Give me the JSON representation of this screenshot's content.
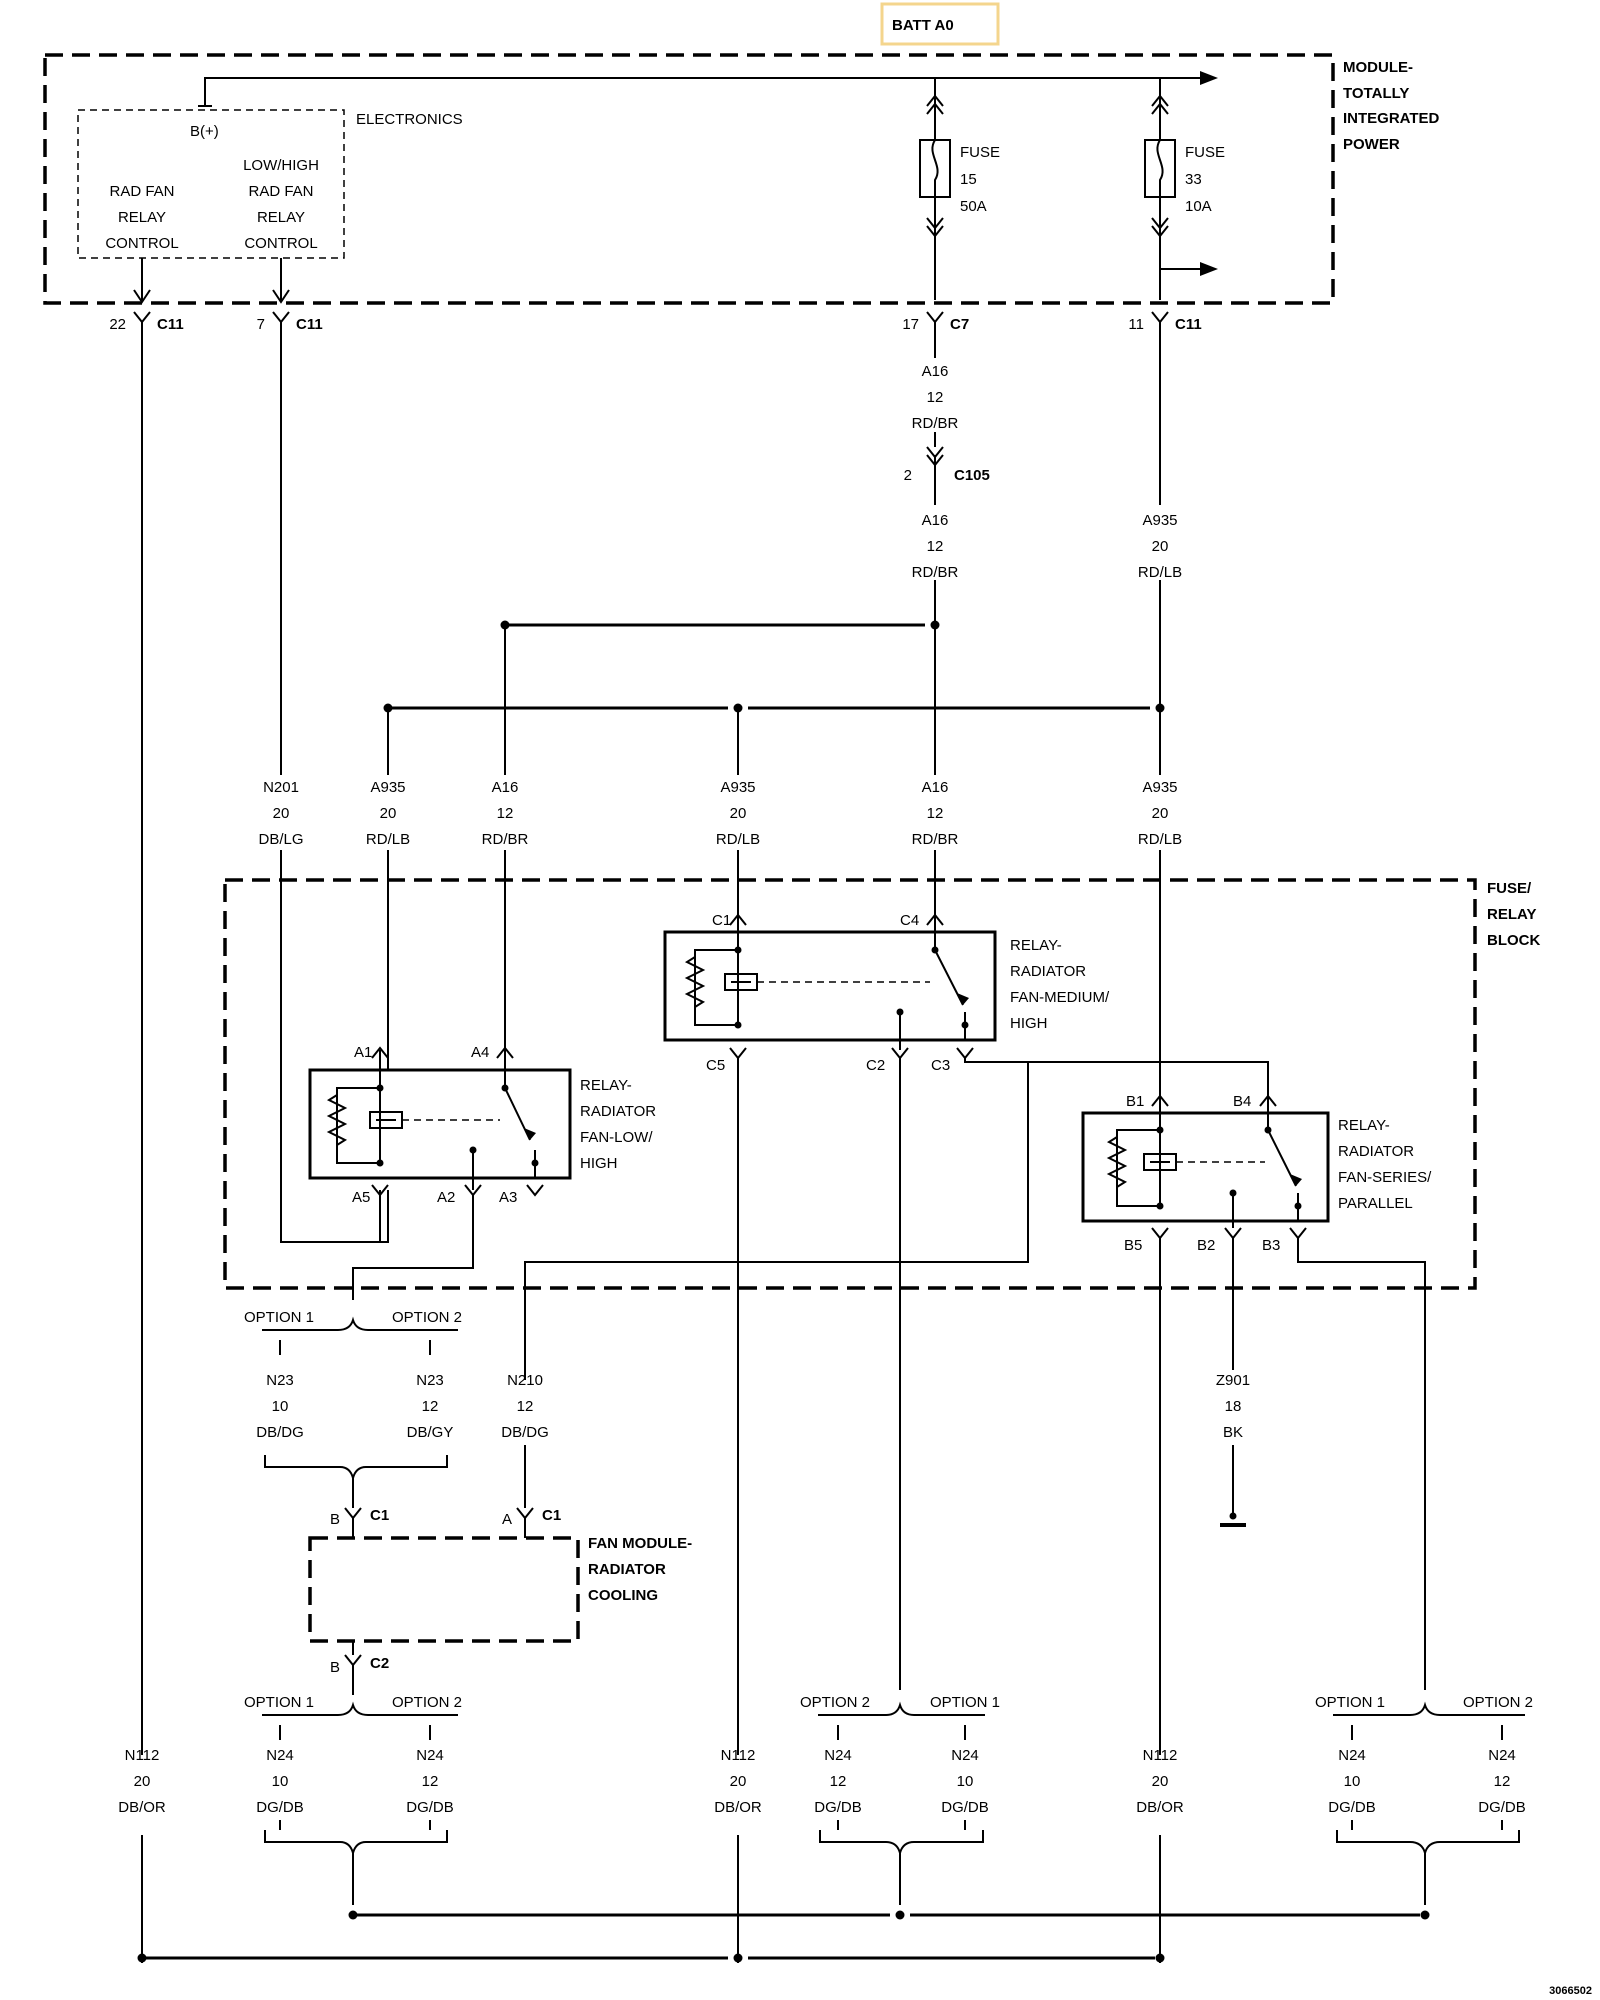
{
  "battery": {
    "label": "BATT A0",
    "highlight_color": "#f4d58d"
  },
  "tipm": {
    "title": [
      "MODULE-",
      "TOTALLY",
      "INTEGRATED",
      "POWER"
    ],
    "electronics": "ELECTRONICS",
    "bplus": "B(+)",
    "rad_fan_ctrl": [
      "RAD FAN",
      "RELAY",
      "CONTROL"
    ],
    "lowhigh_ctrl": [
      "LOW/HIGH",
      "RAD FAN",
      "RELAY",
      "CONTROL"
    ],
    "fuse15": [
      "FUSE",
      "15",
      "50A"
    ],
    "fuse33": [
      "FUSE",
      "33",
      "10A"
    ]
  },
  "connectors": {
    "c11_22": {
      "pin": "22",
      "name": "C11"
    },
    "c11_7": {
      "pin": "7",
      "name": "C11"
    },
    "c7_17": {
      "pin": "17",
      "name": "C7"
    },
    "c11_11": {
      "pin": "11",
      "name": "C11"
    },
    "c105_2": {
      "pin": "2",
      "name": "C105"
    },
    "c1_b": {
      "pin": "B",
      "name": "C1"
    },
    "c1_a": {
      "pin": "A",
      "name": "C1"
    },
    "c2_b": {
      "pin": "B",
      "name": "C2"
    }
  },
  "wires": {
    "a16_top": [
      "A16",
      "12",
      "RD/BR"
    ],
    "a16_mid": [
      "A16",
      "12",
      "RD/BR"
    ],
    "a935_top": [
      "A935",
      "20",
      "RD/LB"
    ],
    "n201": [
      "N201",
      "20",
      "DB/LG"
    ],
    "a935_1": [
      "A935",
      "20",
      "RD/LB"
    ],
    "a16_1": [
      "A16",
      "12",
      "RD/BR"
    ],
    "a935_2": [
      "A935",
      "20",
      "RD/LB"
    ],
    "a16_2": [
      "A16",
      "12",
      "RD/BR"
    ],
    "a935_3": [
      "A935",
      "20",
      "RD/LB"
    ],
    "n23_opt1": [
      "N23",
      "10",
      "DB/DG"
    ],
    "n23_opt2": [
      "N23",
      "12",
      "DB/GY"
    ],
    "n210": [
      "N210",
      "12",
      "DB/DG"
    ],
    "z901": [
      "Z901",
      "18",
      "BK"
    ],
    "n112_left": [
      "N112",
      "20",
      "DB/OR"
    ],
    "n24_a1": [
      "N24",
      "10",
      "DG/DB"
    ],
    "n24_a2": [
      "N24",
      "12",
      "DG/DB"
    ],
    "n112_mid": [
      "N112",
      "20",
      "DB/OR"
    ],
    "n24_b2": [
      "N24",
      "12",
      "DG/DB"
    ],
    "n24_b1": [
      "N24",
      "10",
      "DG/DB"
    ],
    "n112_right": [
      "N112",
      "20",
      "DB/OR"
    ],
    "n24_c1": [
      "N24",
      "10",
      "DG/DB"
    ],
    "n24_c2": [
      "N24",
      "12",
      "DG/DB"
    ]
  },
  "options": {
    "opt1": "OPTION 1",
    "opt2": "OPTION 2"
  },
  "fuse_relay_block": [
    "FUSE/",
    "RELAY",
    "BLOCK"
  ],
  "relays": {
    "low_high": {
      "label": [
        "RELAY-",
        "RADIATOR",
        "FAN-LOW/",
        "HIGH"
      ],
      "pins": [
        "A1",
        "A4",
        "A5",
        "A2",
        "A3"
      ]
    },
    "medium_high": {
      "label": [
        "RELAY-",
        "RADIATOR",
        "FAN-MEDIUM/",
        "HIGH"
      ],
      "pins": [
        "C1",
        "C4",
        "C5",
        "C2",
        "C3"
      ]
    },
    "series_parallel": {
      "label": [
        "RELAY-",
        "RADIATOR",
        "FAN-SERIES/",
        "PARALLEL"
      ],
      "pins": [
        "B1",
        "B4",
        "B5",
        "B2",
        "B3"
      ]
    }
  },
  "fan_module": [
    "FAN MODULE-",
    "RADIATOR",
    "COOLING"
  ],
  "figure_id": "3066502"
}
